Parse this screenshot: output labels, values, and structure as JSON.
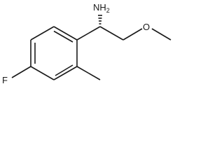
{
  "molecule": {
    "atoms": {
      "fluorine": "F",
      "amine_symbol": "NH",
      "amine_subscript": "2",
      "ether_oxygen": "O"
    }
  }
}
